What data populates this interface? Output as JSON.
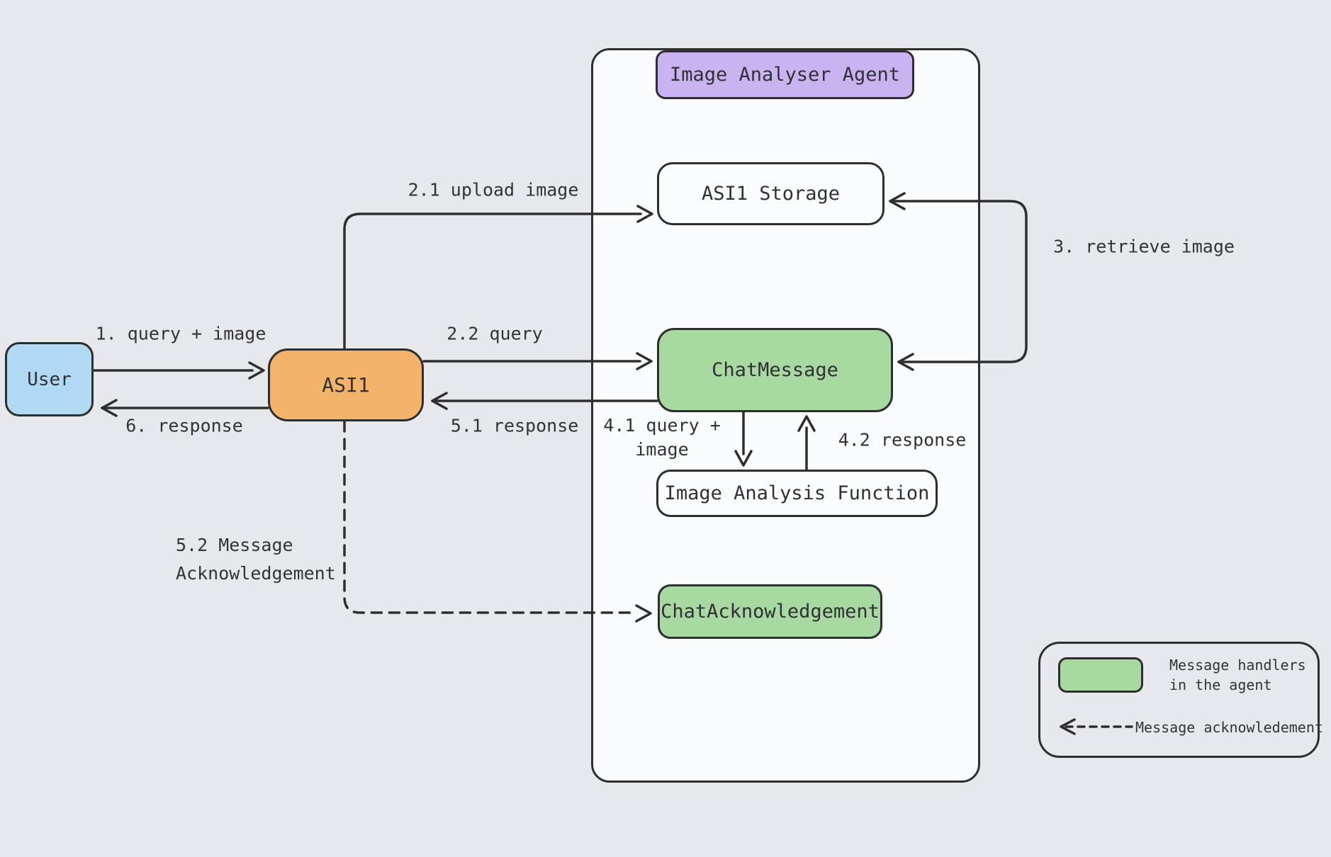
{
  "colors": {
    "background": "#e7e8ec",
    "stroke": "#2e2e2e",
    "user_fill": "#b2d9f4",
    "asi1_fill": "#f3b46a",
    "agent_header_fill": "#c9b3f0",
    "message_handler_fill": "#a7d9a0",
    "plain_box_fill": "#fbfcfd"
  },
  "boxes": {
    "user": "User",
    "asi1": "ASI1",
    "agent_header": "Image Analyser Agent",
    "storage": "ASI1 Storage",
    "chat_message": "ChatMessage",
    "image_analysis_function": "Image Analysis Function",
    "chat_acknowledgement": "ChatAcknowledgement"
  },
  "edge_labels": {
    "step1": "1. query + image",
    "step6": "6. response",
    "step21": "2.1 upload image",
    "step22": "2.2 query",
    "step51": "5.1 response",
    "step3": "3. retrieve image",
    "step41_line1": "4.1 query +",
    "step41_line2": "image",
    "step42": "4.2 response",
    "step52_line1": "5.2 Message",
    "step52_line2": "Acknowledgement"
  },
  "legend": {
    "handlers_line1": "Message handlers",
    "handlers_line2": "in the agent",
    "acknowledgement": "Message acknowledement"
  }
}
